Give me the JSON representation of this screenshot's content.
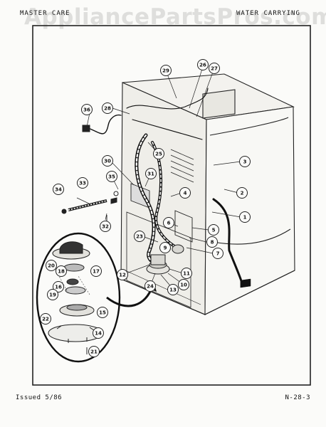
{
  "header": {
    "left": "MASTER CARE",
    "middle": "",
    "right": "WATER CARRYING"
  },
  "watermark": "AppliancePartsPros.com",
  "footer": {
    "issued": "Issued 5/86",
    "page_code": "N-28-3"
  },
  "callouts": [
    {
      "id": "c29",
      "label": "29"
    },
    {
      "id": "c26",
      "label": "26"
    },
    {
      "id": "c27",
      "label": "27"
    },
    {
      "id": "c36",
      "label": "36"
    },
    {
      "id": "c28",
      "label": "28"
    },
    {
      "id": "c25",
      "label": "25"
    },
    {
      "id": "c3",
      "label": "3"
    },
    {
      "id": "c30",
      "label": "30"
    },
    {
      "id": "c31",
      "label": "31"
    },
    {
      "id": "c35",
      "label": "35"
    },
    {
      "id": "c4",
      "label": "4"
    },
    {
      "id": "c2",
      "label": "2"
    },
    {
      "id": "c34",
      "label": "34"
    },
    {
      "id": "c33",
      "label": "33"
    },
    {
      "id": "c1",
      "label": "1"
    },
    {
      "id": "c32",
      "label": "32"
    },
    {
      "id": "c6",
      "label": "6"
    },
    {
      "id": "c5",
      "label": "5"
    },
    {
      "id": "c8",
      "label": "8"
    },
    {
      "id": "c23",
      "label": "23"
    },
    {
      "id": "c9",
      "label": "9"
    },
    {
      "id": "c7",
      "label": "7"
    },
    {
      "id": "c20",
      "label": "20"
    },
    {
      "id": "c18",
      "label": "18"
    },
    {
      "id": "c17",
      "label": "17"
    },
    {
      "id": "c12",
      "label": "12"
    },
    {
      "id": "c11",
      "label": "11"
    },
    {
      "id": "c16",
      "label": "16"
    },
    {
      "id": "c19",
      "label": "19"
    },
    {
      "id": "c24",
      "label": "24"
    },
    {
      "id": "c10",
      "label": "10"
    },
    {
      "id": "c13",
      "label": "13"
    },
    {
      "id": "c15",
      "label": "15"
    },
    {
      "id": "c22",
      "label": "22"
    },
    {
      "id": "c14",
      "label": "14"
    },
    {
      "id": "c21",
      "label": "21"
    }
  ]
}
